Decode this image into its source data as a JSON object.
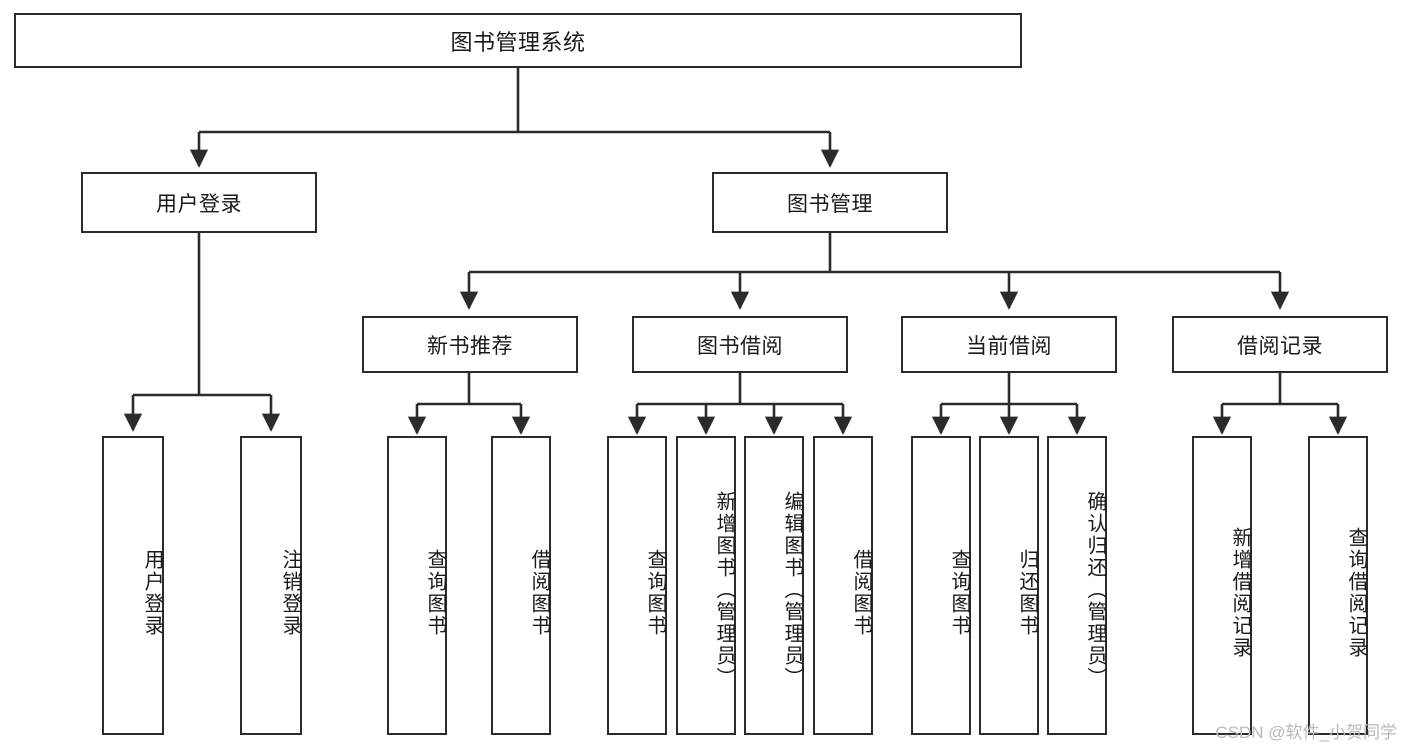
{
  "diagram": {
    "title": "图书管理系统",
    "type": "hierarchy-tree",
    "watermark": "CSDN @软件_小贺同学",
    "colors": {
      "box_border": "#2b2b2b",
      "box_fill": "#ffffff",
      "edge": "#1a1a1a",
      "text": "#1a1a1a",
      "watermark": "#b9b9b9"
    }
  },
  "nodes": {
    "root": {
      "label": "图书管理系统"
    },
    "level1": [
      {
        "id": "user-login",
        "label": "用户登录"
      },
      {
        "id": "book-manage",
        "label": "图书管理"
      }
    ],
    "level2": [
      {
        "id": "new-book-recommend",
        "label": "新书推荐",
        "parent": "book-manage"
      },
      {
        "id": "book-borrow",
        "label": "图书借阅",
        "parent": "book-manage"
      },
      {
        "id": "current-borrow",
        "label": "当前借阅",
        "parent": "book-manage"
      },
      {
        "id": "borrow-record",
        "label": "借阅记录",
        "parent": "book-manage"
      }
    ],
    "leaves": {
      "user-login": [
        {
          "id": "leaf-user-login",
          "label": "用户登录"
        },
        {
          "id": "leaf-logout",
          "label": "注销登录"
        }
      ],
      "new-book-recommend": [
        {
          "id": "leaf-query-book-1",
          "label": "查询图书"
        },
        {
          "id": "leaf-borrow-book-1",
          "label": "借阅图书"
        }
      ],
      "book-borrow": [
        {
          "id": "leaf-query-book-2",
          "label": "查询图书"
        },
        {
          "id": "leaf-add-book",
          "label": "新增图书（管理员）"
        },
        {
          "id": "leaf-edit-book",
          "label": "编辑图书（管理员）"
        },
        {
          "id": "leaf-borrow-book-2",
          "label": "借阅图书"
        }
      ],
      "current-borrow": [
        {
          "id": "leaf-query-book-3",
          "label": "查询图书"
        },
        {
          "id": "leaf-return-book",
          "label": "归还图书"
        },
        {
          "id": "leaf-confirm-return",
          "label": "确认归还（管理员）"
        }
      ],
      "borrow-record": [
        {
          "id": "leaf-add-record",
          "label": "新增借阅记录"
        },
        {
          "id": "leaf-query-record",
          "label": "查询借阅记录"
        }
      ]
    }
  }
}
